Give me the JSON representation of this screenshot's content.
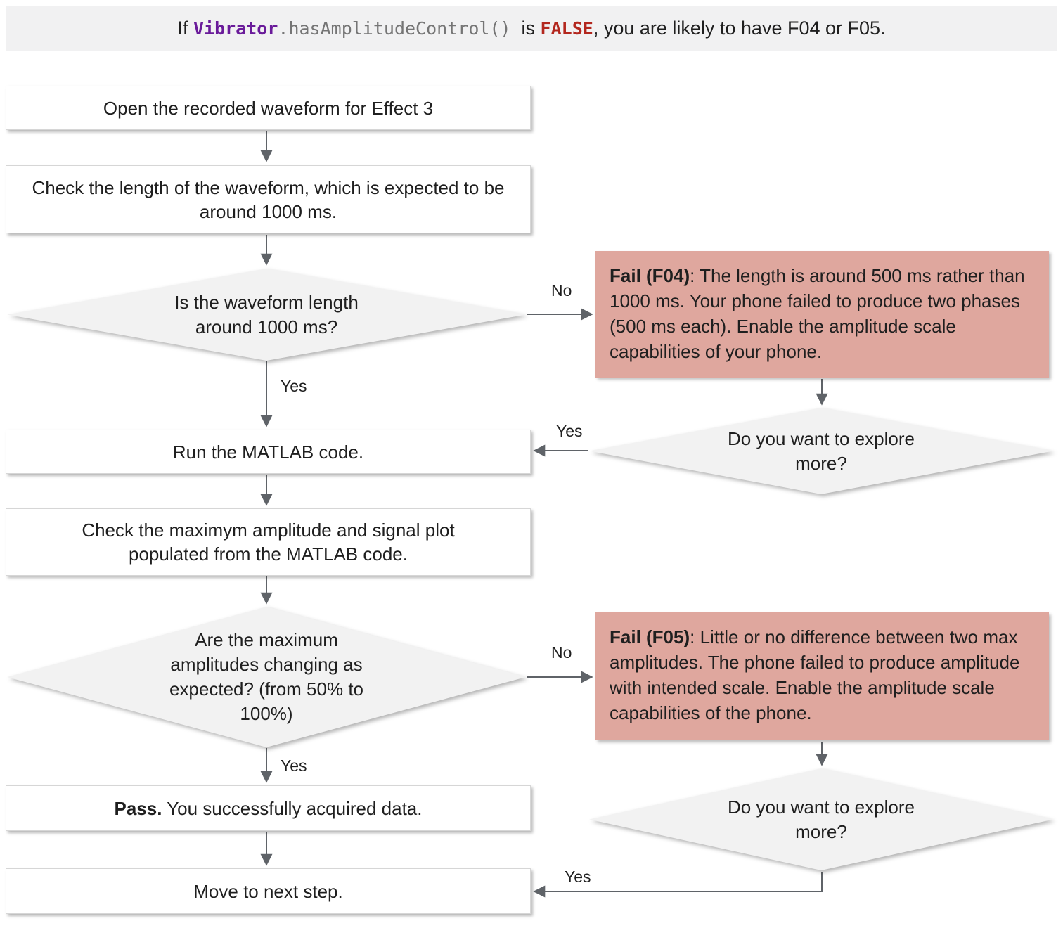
{
  "banner": {
    "prefix": "If ",
    "code_class": "Vibrator",
    "code_method": ".hasAmplitudeControl()",
    "middle": "  is ",
    "code_value": "FALSE",
    "suffix": ", you are likely to have F04 or F05."
  },
  "nodes": {
    "step_open": "Open the recorded waveform for Effect 3",
    "step_check_length": "Check the length of the waveform, which is expected to be around 1000 ms.",
    "decision_length": "Is the waveform length around 1000 ms?",
    "fail_f04": {
      "title": "Fail (F04)",
      "body": ": The length is around 500 ms rather than 1000 ms. Your phone failed to produce two phases (500 ms each). Enable the amplitude scale capabilities of your phone."
    },
    "explore_1": "Do you want to explore more?",
    "step_run_matlab": "Run the MATLAB code.",
    "step_check_amplitude": "Check the maximym amplitude and signal plot populated from the MATLAB code.",
    "decision_amplitude": "Are the maximum amplitudes changing as expected? (from 50% to 100%)",
    "fail_f05": {
      "title": "Fail (F05)",
      "body": ": Little or no difference between two max amplitudes. The phone failed to produce amplitude with intended scale. Enable the amplitude scale capabilities of the phone."
    },
    "explore_2": "Do you want to explore more?",
    "pass": {
      "title": "Pass.",
      "body": " You successfully acquired data."
    },
    "step_move_next": "Move to next step."
  },
  "labels": {
    "yes": "Yes",
    "no": "No"
  },
  "colors": {
    "fail_box_bg": "#dfa79e",
    "diamond_bg": "#f2f2f2",
    "banner_bg": "#f1f1f2",
    "arrow": "#5f6368",
    "code_class": "#6a1b9a",
    "code_method": "#757575",
    "code_false": "#b3271e",
    "text": "#1f1f1f"
  }
}
